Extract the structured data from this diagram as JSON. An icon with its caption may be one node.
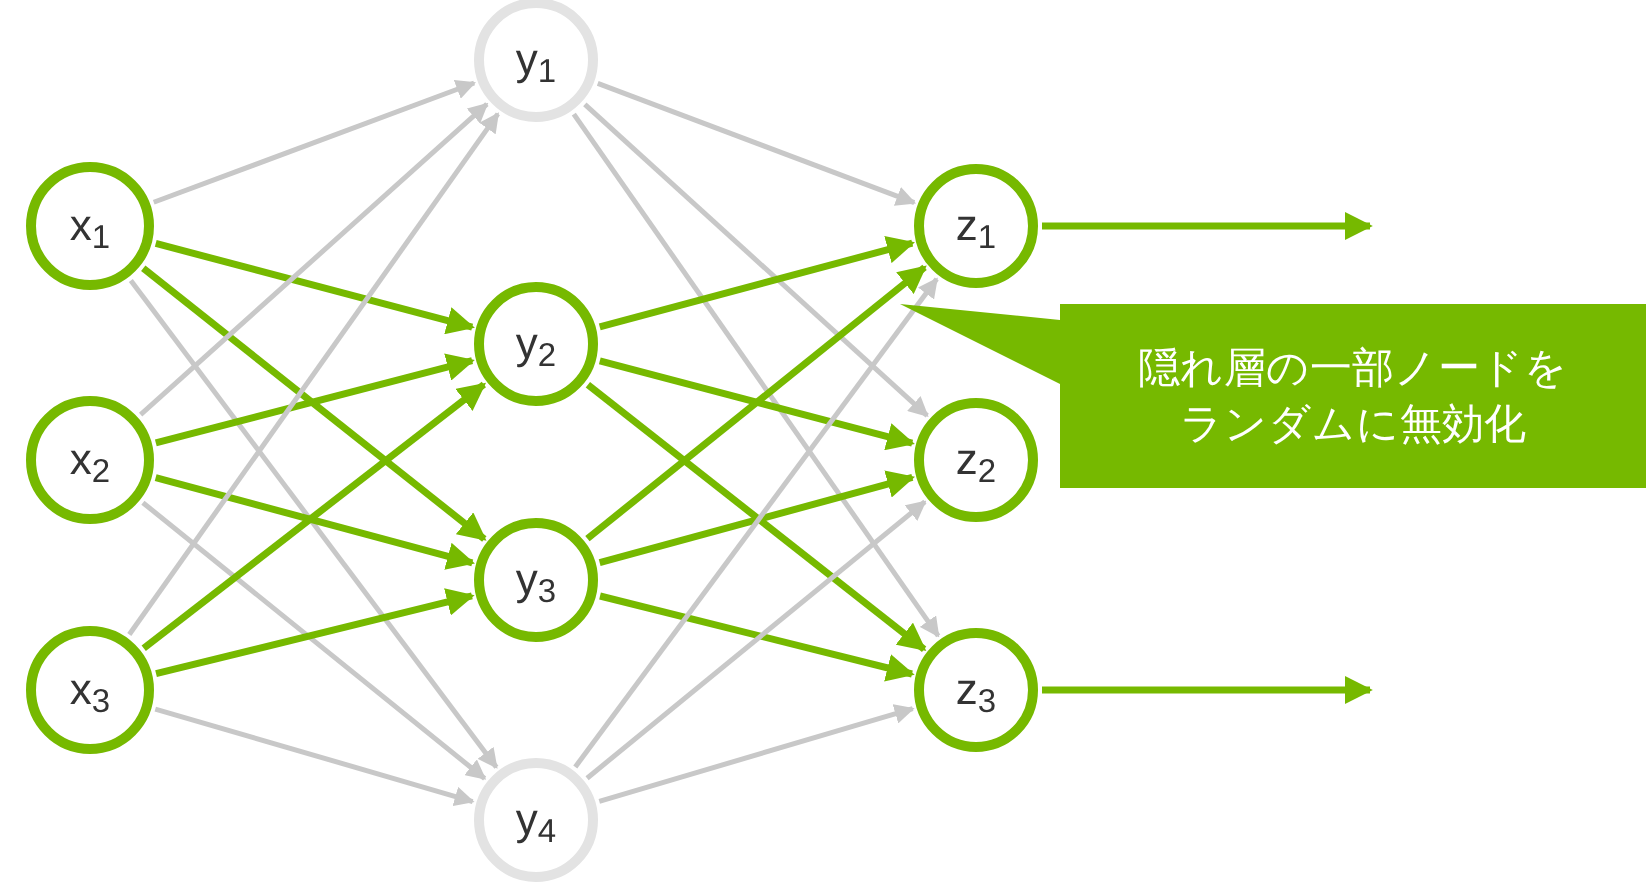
{
  "diagram": {
    "nodes": [
      {
        "text": [
          "x$_{1}$"
        ]
      },
      {
        "text": [
          "x$_{2}$"
        ]
      },
      {
        "text": [
          "x$_{3}$"
        ]
      },
      {
        "text": [
          "y$_{1}$"
        ]
      },
      {
        "text": [
          "y$_{2}$"
        ]
      },
      {
        "text": [
          "y$_{3}$"
        ]
      },
      {
        "text": [
          "y$_{4}$"
        ]
      },
      {
        "text": [
          "z$_{1}$"
        ]
      },
      {
        "text": [
          "z$_{2}$"
        ]
      },
      {
        "text": [
          "z$_{3}$"
        ]
      },
      {
        "text": [
          "隠れ層の一部ノードをランダムに無効化"
        ]
      }
    ],
    "edges": [
      {
        "from": 0,
        "to": 3,
        "arrow": "to",
        "color": "#c8c8c8"
      },
      {
        "from": 0,
        "to": 4,
        "arrow": "to"
      },
      {
        "from": 0,
        "to": 5,
        "arrow": "to"
      },
      {
        "from": 0,
        "to": 6,
        "arrow": "to",
        "color": "#c8c8c8"
      },
      {
        "from": 1,
        "to": 3,
        "arrow": "to",
        "color": "#c8c8c8"
      },
      {
        "from": 1,
        "to": 4,
        "arrow": "to"
      },
      {
        "from": 1,
        "to": 5,
        "arrow": "to"
      },
      {
        "from": 1,
        "to": 6,
        "arrow": "to",
        "color": "#c8c8c8"
      },
      {
        "from": 2,
        "to": 3,
        "arrow": "to",
        "color": "#c8c8c8"
      },
      {
        "from": 2,
        "to": 4,
        "arrow": "to"
      },
      {
        "from": 2,
        "to": 5,
        "arrow": "to"
      },
      {
        "from": 2,
        "to": 6,
        "arrow": "to",
        "color": "#c8c8c8"
      },
      {
        "from": 3,
        "to": 7,
        "arrow": "to",
        "color": "#c8c8c8"
      },
      {
        "from": 3,
        "to": 8,
        "arrow": "to",
        "color": "#c8c8c8"
      },
      {
        "from": 3,
        "to": 9,
        "arrow": "to",
        "color": "#c8c8c8"
      },
      {
        "from": 4,
        "to": 7,
        "arrow": "to"
      },
      {
        "from": 4,
        "to": 8,
        "arrow": "to"
      },
      {
        "from": 4,
        "to": 9,
        "arrow": "to"
      },
      {
        "from": 5,
        "to": 7,
        "arrow": "to"
      },
      {
        "from": 5,
        "to": 8,
        "arrow": "to"
      },
      {
        "from": 5,
        "to": 9,
        "arrow": "to"
      },
      {
        "from": 6,
        "to": 7,
        "arrow": "to",
        "color": "#c8c8c8"
      },
      {
        "from": 6,
        "to": 8,
        "arrow": "to",
        "color": "#c8c8c8"
      },
      {
        "from": 6,
        "to": 9,
        "arrow": "to",
        "color": "#c8c8c8"
      },
      {
        "from": 7,
        "to": null,
        "arrow": "to"
      },
      {
        "from": 9,
        "to": null,
        "arrow": "to"
      }
    ]
  }
}
